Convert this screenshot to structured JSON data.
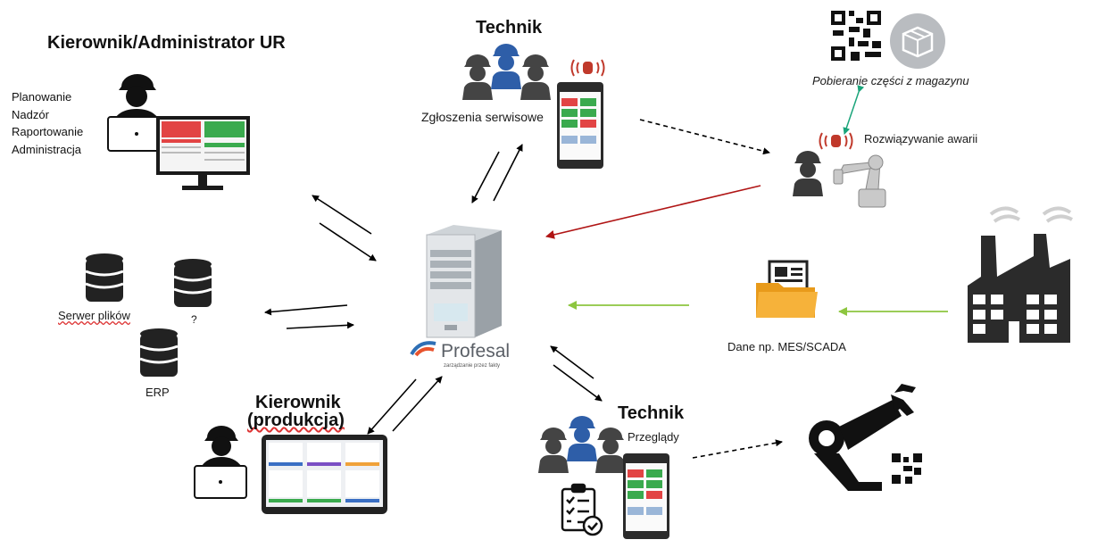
{
  "roles": {
    "admin_title": "Kierownik/Administrator UR",
    "admin_tasks": [
      "Planowanie",
      "Nadzór",
      "Raportowanie",
      "Administracja"
    ],
    "tech_top_title": "Technik",
    "tech_top_caption": "Zgłoszenia serwisowe",
    "tech_bottom_title": "Technik",
    "tech_bottom_caption": "Przeglądy",
    "manager_title_line1": "Kierownik",
    "manager_title_line2": "(produkcja)"
  },
  "systems": {
    "file_server": "Serwer plików",
    "unknown": "?",
    "erp": "ERP"
  },
  "warehouse_caption": "Pobieranie części z magazynu",
  "failure_caption": "Rozwiązywanie awarii",
  "data_caption": "Dane np. MES/SCADA",
  "brand": {
    "name": "Profesal",
    "tagline": "zarządzanie przez fakty"
  },
  "colors": {
    "red_arrow": "#b01515",
    "green_arrow": "#8dc63f",
    "teal_arrow": "#1aa47a",
    "worker_blue": "#2e5ea8",
    "folder": "#f6a623"
  },
  "icons": [
    "admin-worker-laptop-icon",
    "desktop-monitor-icon",
    "technician-group-icon",
    "smartphone-icon",
    "alarm-icon",
    "qr-code-icon",
    "package-icon",
    "robot-arm-icon",
    "database-icon",
    "server-icon",
    "folder-document-icon",
    "factory-icon",
    "tablet-icon",
    "checklist-icon",
    "industrial-robot-arm-icon"
  ]
}
